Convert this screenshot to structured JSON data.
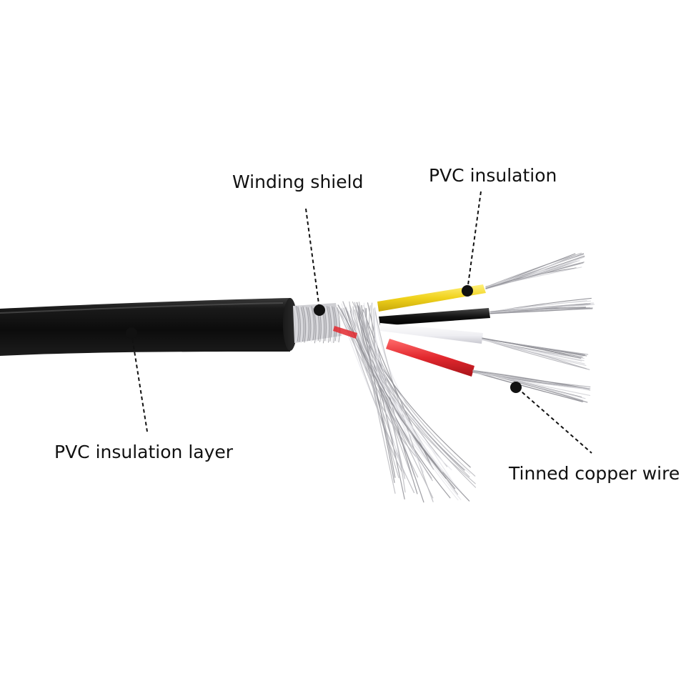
{
  "labels": {
    "winding_shield": "Winding shield",
    "pvc_insulation": "PVC insulation",
    "pvc_insulation_layer": "PVC insulation layer",
    "tinned_copper_wire": "Tinned copper wire"
  },
  "colors": {
    "jacket": "#141414",
    "core_yellow": "#f0d21c",
    "core_black": "#111111",
    "core_white": "#f2f2f4",
    "core_red": "#e2282e",
    "shield_strands": "#b9b9bd",
    "callout": "#111111"
  }
}
